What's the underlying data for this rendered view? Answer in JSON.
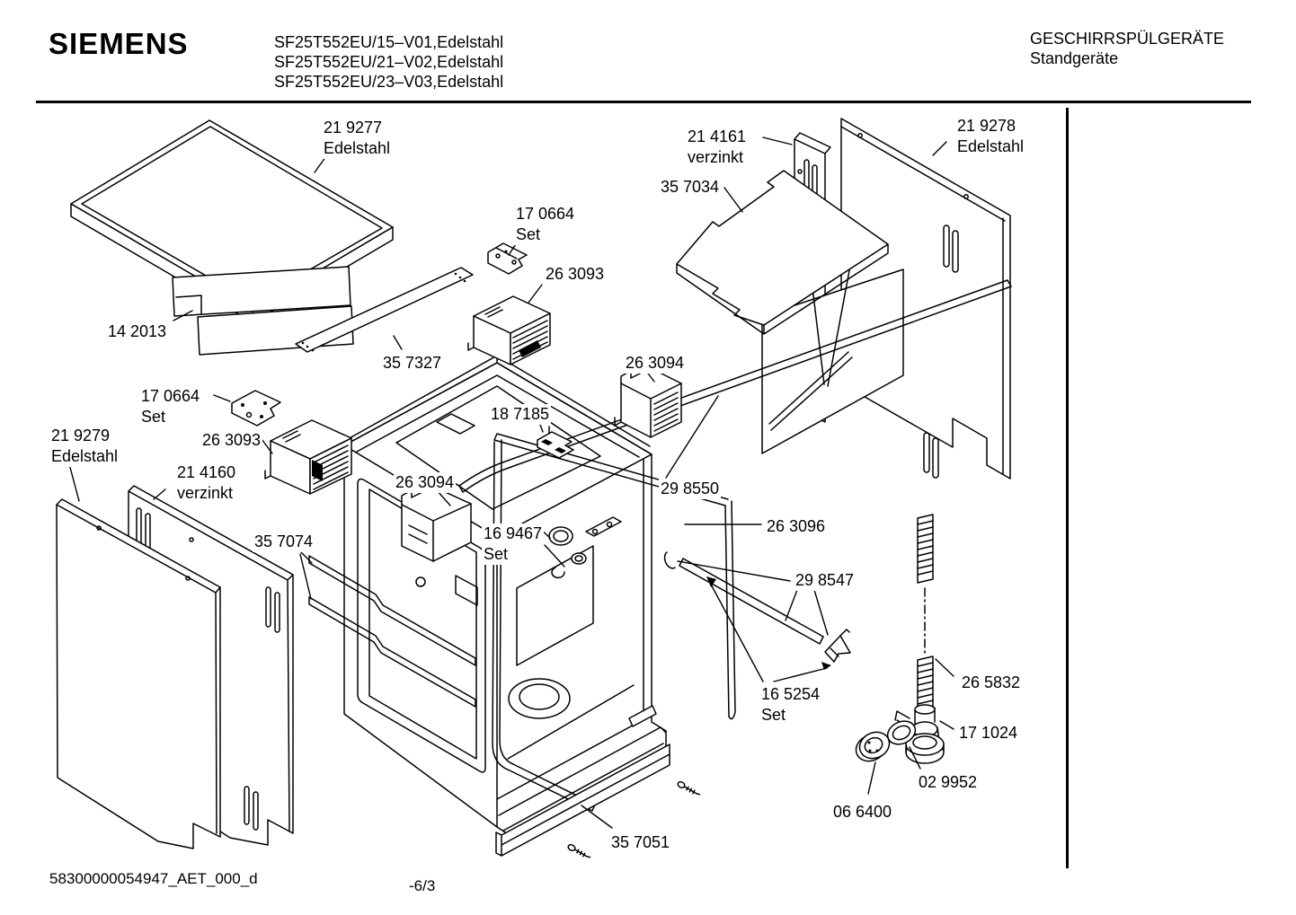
{
  "header": {
    "brand": "SIEMENS",
    "models": [
      "SF25T552EU/15–V01,Edelstahl",
      "SF25T552EU/21–V02,Edelstahl",
      "SF25T552EU/23–V03,Edelstahl"
    ],
    "category": "GESCHIRRSPÜLGERÄTE",
    "subcategory": "Standgeräte"
  },
  "footer": {
    "document_id": "58300000054947_AET_000_d",
    "page": "-6/3"
  },
  "parts": {
    "p219277": {
      "code": "21 9277",
      "note": "Edelstahl"
    },
    "p142013": {
      "code": "14 2013"
    },
    "p357327": {
      "code": "35 7327"
    },
    "p170664a": {
      "code": "17 0664",
      "note": "Set"
    },
    "p263093a": {
      "code": "26 3093"
    },
    "p214161": {
      "code": "21 4161",
      "note": "verzinkt"
    },
    "p357034": {
      "code": "35 7034"
    },
    "p219278": {
      "code": "21 9278",
      "note": "Edelstahl"
    },
    "p263094a": {
      "code": "26 3094"
    },
    "p187185": {
      "code": "18 7185"
    },
    "p298550": {
      "code": "29 8550"
    },
    "p170664b": {
      "code": "17 0664",
      "note": "Set"
    },
    "p263093b": {
      "code": "26 3093"
    },
    "p219279": {
      "code": "21 9279",
      "note": "Edelstahl"
    },
    "p214160": {
      "code": "21 4160",
      "note": "verzinkt"
    },
    "p263094b": {
      "code": "26 3094"
    },
    "p357074": {
      "code": "35 7074"
    },
    "p169467": {
      "code": "16 9467",
      "note": "Set"
    },
    "p263096": {
      "code": "26 3096"
    },
    "p298547": {
      "code": "29 8547"
    },
    "p165254": {
      "code": "16 5254",
      "note": "Set"
    },
    "p265832": {
      "code": "26 5832"
    },
    "p171024": {
      "code": "17 1024"
    },
    "p029952": {
      "code": "02 9952"
    },
    "p066400": {
      "code": "06 6400"
    },
    "p357051": {
      "code": "35 7051"
    }
  }
}
